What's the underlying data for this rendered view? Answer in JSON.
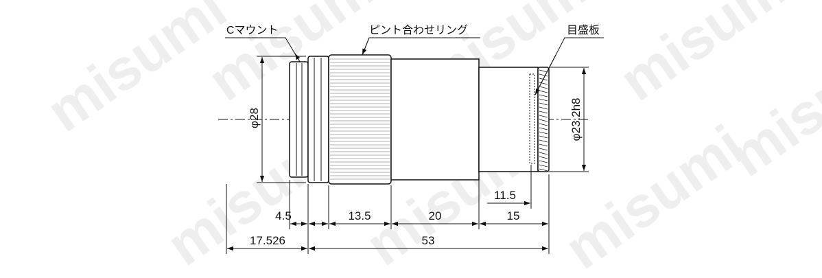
{
  "watermark": "misumi",
  "callouts": {
    "c_mount": "Cマウント",
    "focus_ring": "ピント合わせリング",
    "reticle": "目盛板"
  },
  "dimensions": {
    "dia_body": "φ28",
    "dia_eyepiece": "φ23.2h8",
    "len_mount": "4.5",
    "len_focus_ring": "13.5",
    "len_body": "20",
    "len_tube": "15",
    "len_reticle": "11.5",
    "len_flange": "17.526",
    "len_total": "53"
  },
  "colors": {
    "line": "#111111",
    "watermark": "#eeeeee"
  }
}
